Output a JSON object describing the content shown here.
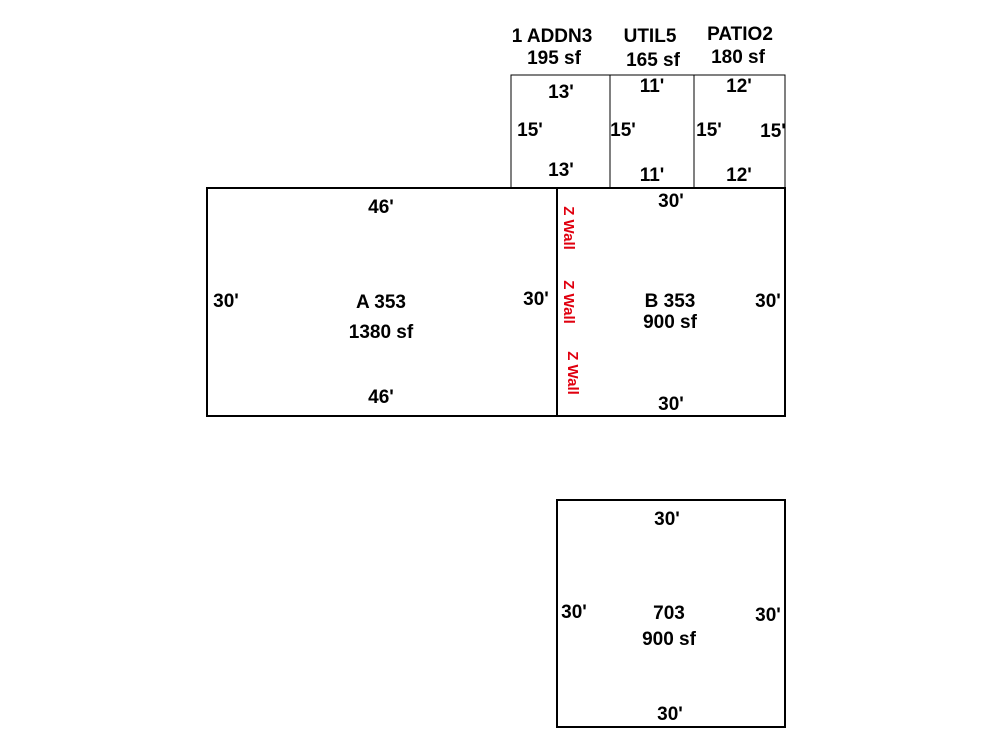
{
  "colors": {
    "line": "#000000",
    "wall_note": "#e0000f",
    "background": "#ffffff"
  },
  "areas": {
    "addn": {
      "name": "1 ADDN3",
      "area": "195 sf",
      "top": "13'",
      "bottom": "13'",
      "left": "15'"
    },
    "util": {
      "name": "UTIL5",
      "area": "165 sf",
      "top": "11'",
      "bottom": "11'",
      "left": "15'"
    },
    "patio": {
      "name": "PATIO2",
      "area": "180 sf",
      "top": "12'",
      "bottom": "12'",
      "left": "15'",
      "right": "15'"
    },
    "a": {
      "name": "A 353",
      "area": "1380 sf",
      "top": "46'",
      "bottom": "46'",
      "left": "30'",
      "right": "30'"
    },
    "b": {
      "name": "B 353",
      "area": "900 sf",
      "top": "30'",
      "bottom": "30'",
      "right": "30'"
    },
    "c": {
      "name": "703",
      "area": "900 sf",
      "top": "30'",
      "bottom": "30'",
      "left": "30'",
      "right": "30'"
    }
  },
  "wall_note": "Z Wall"
}
